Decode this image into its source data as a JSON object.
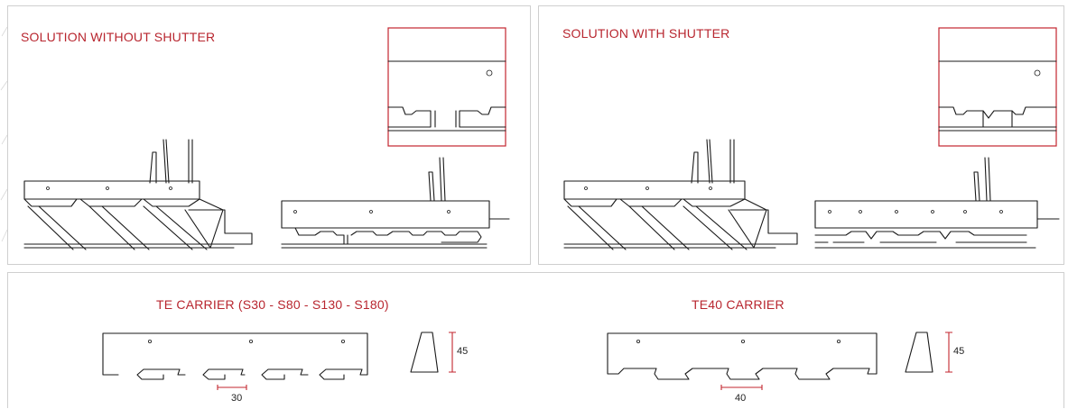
{
  "panels": {
    "without_shutter": {
      "title": "SOLUTION WITHOUT SHUTTER"
    },
    "with_shutter": {
      "title": "SOLUTION WITH SHUTTER"
    },
    "carriers": {
      "te_carrier": {
        "title": "TE CARRIER (S30 - S80 - S130 - S180)",
        "pitch": "30",
        "height": "45"
      },
      "te40_carrier": {
        "title": "TE40 CARRIER",
        "pitch": "40",
        "height": "45"
      }
    }
  },
  "colors": {
    "accent": "#b8262f",
    "line": "#1a1a1a",
    "border": "#cfcfcf"
  }
}
